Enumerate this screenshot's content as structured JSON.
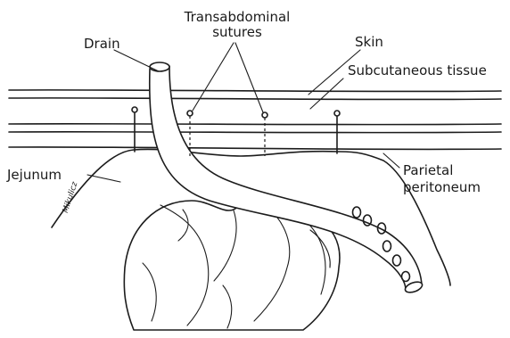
{
  "labels": {
    "drain": "Drain",
    "sutures_line1": "Transabdominal",
    "sutures_line2": "sutures",
    "skin": "Skin",
    "subcutaneous": "Subcutaneous tissue",
    "jejunum": "Jejunum",
    "parietal_line1": "Parietal",
    "parietal_line2": "peritoneum"
  },
  "signature": "Mikulicz"
}
